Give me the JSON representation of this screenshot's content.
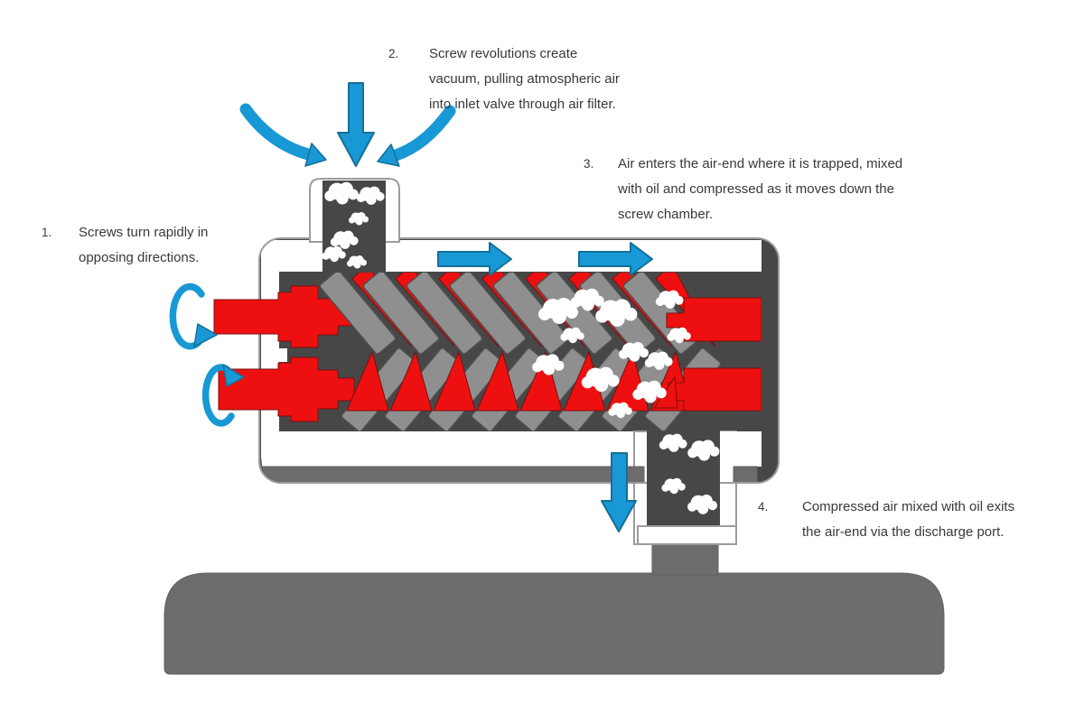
{
  "colors": {
    "blue": "#1898d5",
    "blue_dark": "#156f96",
    "red": "#ee1010",
    "red_dark": "#7a0f0f",
    "dark": "#474747",
    "metal": "#6d6d6d",
    "screw_gray": "#8f8f8f",
    "screw_edge": "#4f4f4f",
    "light_stub": "#b8b8b8",
    "outline": "#9c9c9c",
    "cloud": "#ffffff",
    "text": "#383838"
  },
  "annotations": {
    "a1": {
      "num": "1.",
      "text": "Screws turn rapidly in\nopposing directions."
    },
    "a2": {
      "num": "2.",
      "text": "Screw revolutions create\nvacuum, pulling atmospheric air\ninto inlet valve through air filter."
    },
    "a3": {
      "num": "3.",
      "text": "Air enters the air-end where it is trapped, mixed\nwith oil and compressed as it moves down the\nscrew chamber."
    },
    "a4": {
      "num": "4.",
      "text": "Compressed air mixed with oil exits\nthe air-end via the discharge port."
    }
  }
}
